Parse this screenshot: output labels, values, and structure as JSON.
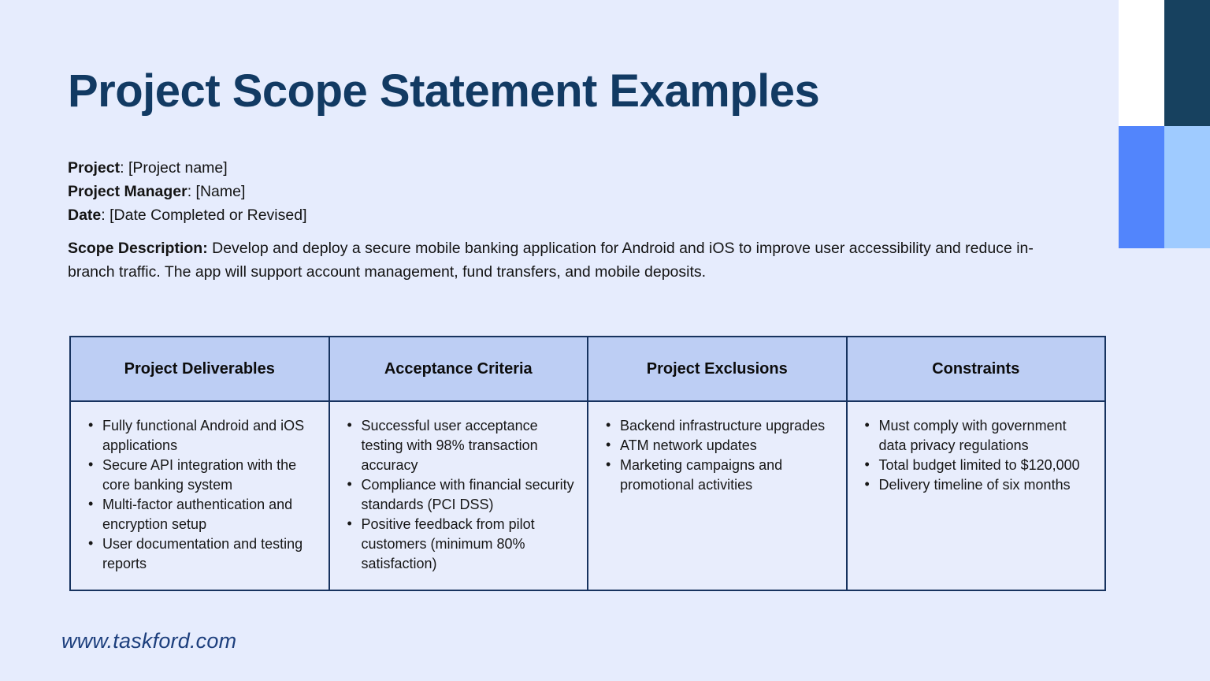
{
  "page": {
    "background_color": "#e6ecfd",
    "title": "Project Scope Statement Examples",
    "title_color": "#123a63"
  },
  "decoration": {
    "blocks": [
      {
        "name": "white-block",
        "color": "#ffffff"
      },
      {
        "name": "navy-block",
        "color": "#17415f"
      },
      {
        "name": "blue-block",
        "color": "#5285fc"
      },
      {
        "name": "light-blue-block",
        "color": "#9fcbff"
      }
    ]
  },
  "meta": {
    "project_label": "Project",
    "project_value": ": [Project name]",
    "manager_label": "Project Manager",
    "manager_value": ": [Name]",
    "date_label": "Date",
    "date_value": ": [Date Completed or Revised]"
  },
  "scope": {
    "label": "Scope Description:",
    "text": " Develop and deploy a secure mobile banking application for Android and iOS to improve user accessibility and reduce in-branch traffic. The app will support account management, fund transfers, and mobile deposits."
  },
  "table": {
    "header_background": "#bdcef4",
    "body_background": "#e8edfc",
    "border_color": "#17335f",
    "headers": [
      "Project Deliverables",
      "Acceptance Criteria",
      "Project Exclusions",
      "Constraints"
    ],
    "columns": [
      {
        "header": "Project Deliverables",
        "items": [
          "Fully functional Android and iOS applications",
          "Secure API integration with the core banking system",
          "Multi-factor authentication and encryption setup",
          "User documentation and testing reports"
        ]
      },
      {
        "header": "Acceptance Criteria",
        "items": [
          "Successful user acceptance testing with 98% transaction accuracy",
          "Compliance with financial security standards (PCI DSS)",
          "Positive feedback from pilot customers (minimum 80% satisfaction)"
        ]
      },
      {
        "header": "Project Exclusions",
        "items": [
          "Backend infrastructure upgrades",
          "ATM network updates",
          "Marketing campaigns and promotional activities"
        ]
      },
      {
        "header": "Constraints",
        "items": [
          "Must comply with government data privacy regulations",
          "Total budget limited to $120,000",
          "Delivery timeline of six months"
        ]
      }
    ]
  },
  "footer": {
    "url": "www.taskford.com",
    "color": "#1d3f7d"
  }
}
